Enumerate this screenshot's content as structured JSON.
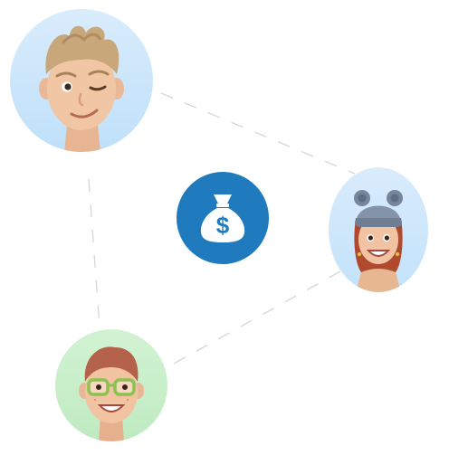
{
  "accent_color": "#1f7bbd",
  "center": {
    "icon": "money-bag-icon",
    "symbol": "$"
  },
  "participants": [
    {
      "avatar": "memoji-winking-blond-boy",
      "ring_color": "#cfe6fb"
    },
    {
      "avatar": "memoji-girl-gray-bear-hat",
      "ring_color": "#cfe6fb"
    },
    {
      "avatar": "memoji-boy-green-glasses",
      "ring_color": "#c8efca"
    }
  ]
}
